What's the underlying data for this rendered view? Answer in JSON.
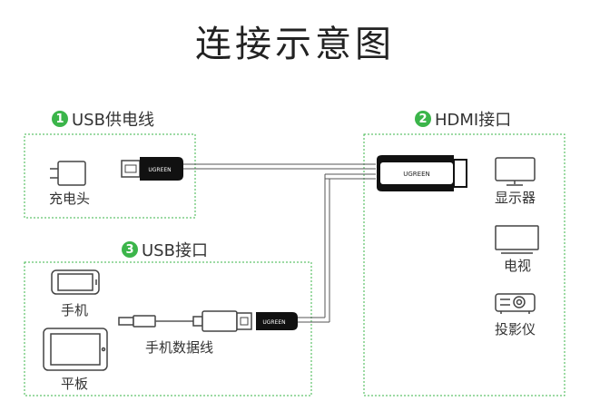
{
  "title": "连接示意图",
  "sections": {
    "usb_power": {
      "num": "1",
      "label": "USB供电线"
    },
    "hdmi": {
      "num": "2",
      "label": "HDMI接口"
    },
    "usb_port": {
      "num": "3",
      "label": "USB接口"
    }
  },
  "labels": {
    "charger": "充电头",
    "display": "显示器",
    "tv": "电视",
    "projector": "投影仪",
    "phone": "手机",
    "tablet": "平板",
    "data_cable": "手机数据线"
  },
  "brand": {
    "usb_plug": "UGREEN",
    "hdmi_plug": "UGREEN",
    "usb_socket": "UGREEN"
  },
  "colors": {
    "accent": "#3bb54a",
    "line": "#555555",
    "plug": "#111111"
  }
}
